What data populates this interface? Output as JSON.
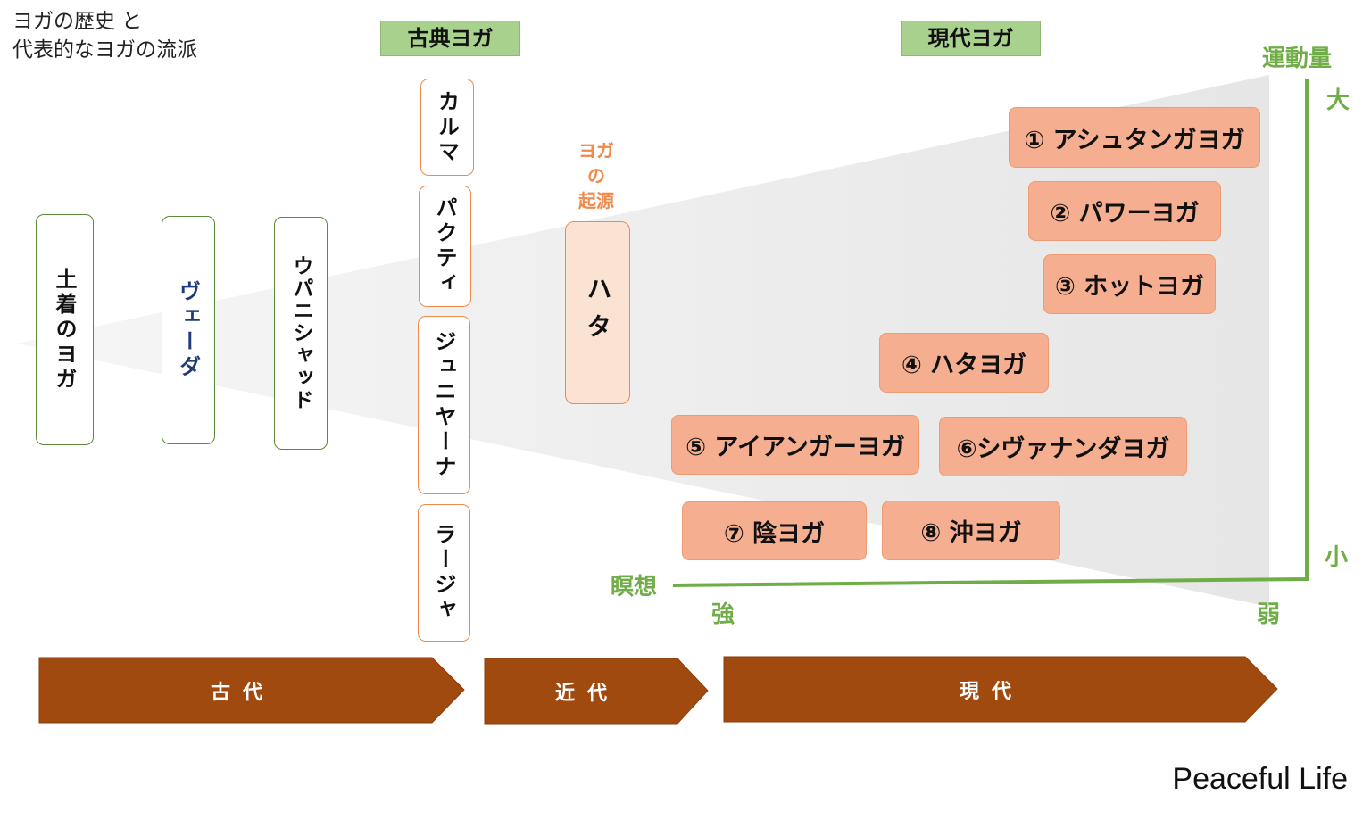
{
  "title": {
    "line1": "ヨガの歴史 と",
    "line2": "代表的なヨガの流派"
  },
  "era_tags": {
    "classical": "古典ヨガ",
    "modern": "現代ヨガ"
  },
  "ancient": {
    "indigenous": "土着のヨガ",
    "veda": "ヴェーダ",
    "upanishad": "ウパニシャッド"
  },
  "classical": {
    "karma": "カルマ",
    "bhakti": "パクティ",
    "jnana": "ジュニヤーナ",
    "raja": "ラージャ"
  },
  "origin": {
    "line1": "ヨガ",
    "line2": "の",
    "line3": "起源",
    "hata": "ハタ"
  },
  "modern_yoga": [
    "① アシュタンガヨガ",
    "② パワーヨガ",
    "③ ホットヨガ",
    "④ ハタヨガ",
    "⑤ アイアンガーヨガ",
    "⑥シヴァナンダヨガ",
    "⑦ 陰ヨガ",
    "⑧ 沖ヨガ"
  ],
  "axis": {
    "movement": "運動量",
    "large": "大",
    "small": "小",
    "meditation": "瞑想",
    "strong": "強",
    "weak": "弱"
  },
  "eras": {
    "ancient": "古代",
    "early_modern": "近代",
    "modern": "現代"
  },
  "colors": {
    "green": "#70ad47",
    "tag_green": "#a9d18e",
    "orange_border": "#f08a4b",
    "yoga_fill": "#f5ae90",
    "arrow_brown": "#a04a0f",
    "cone_gray": "#e9e9e9"
  },
  "footer": "Peaceful Life"
}
